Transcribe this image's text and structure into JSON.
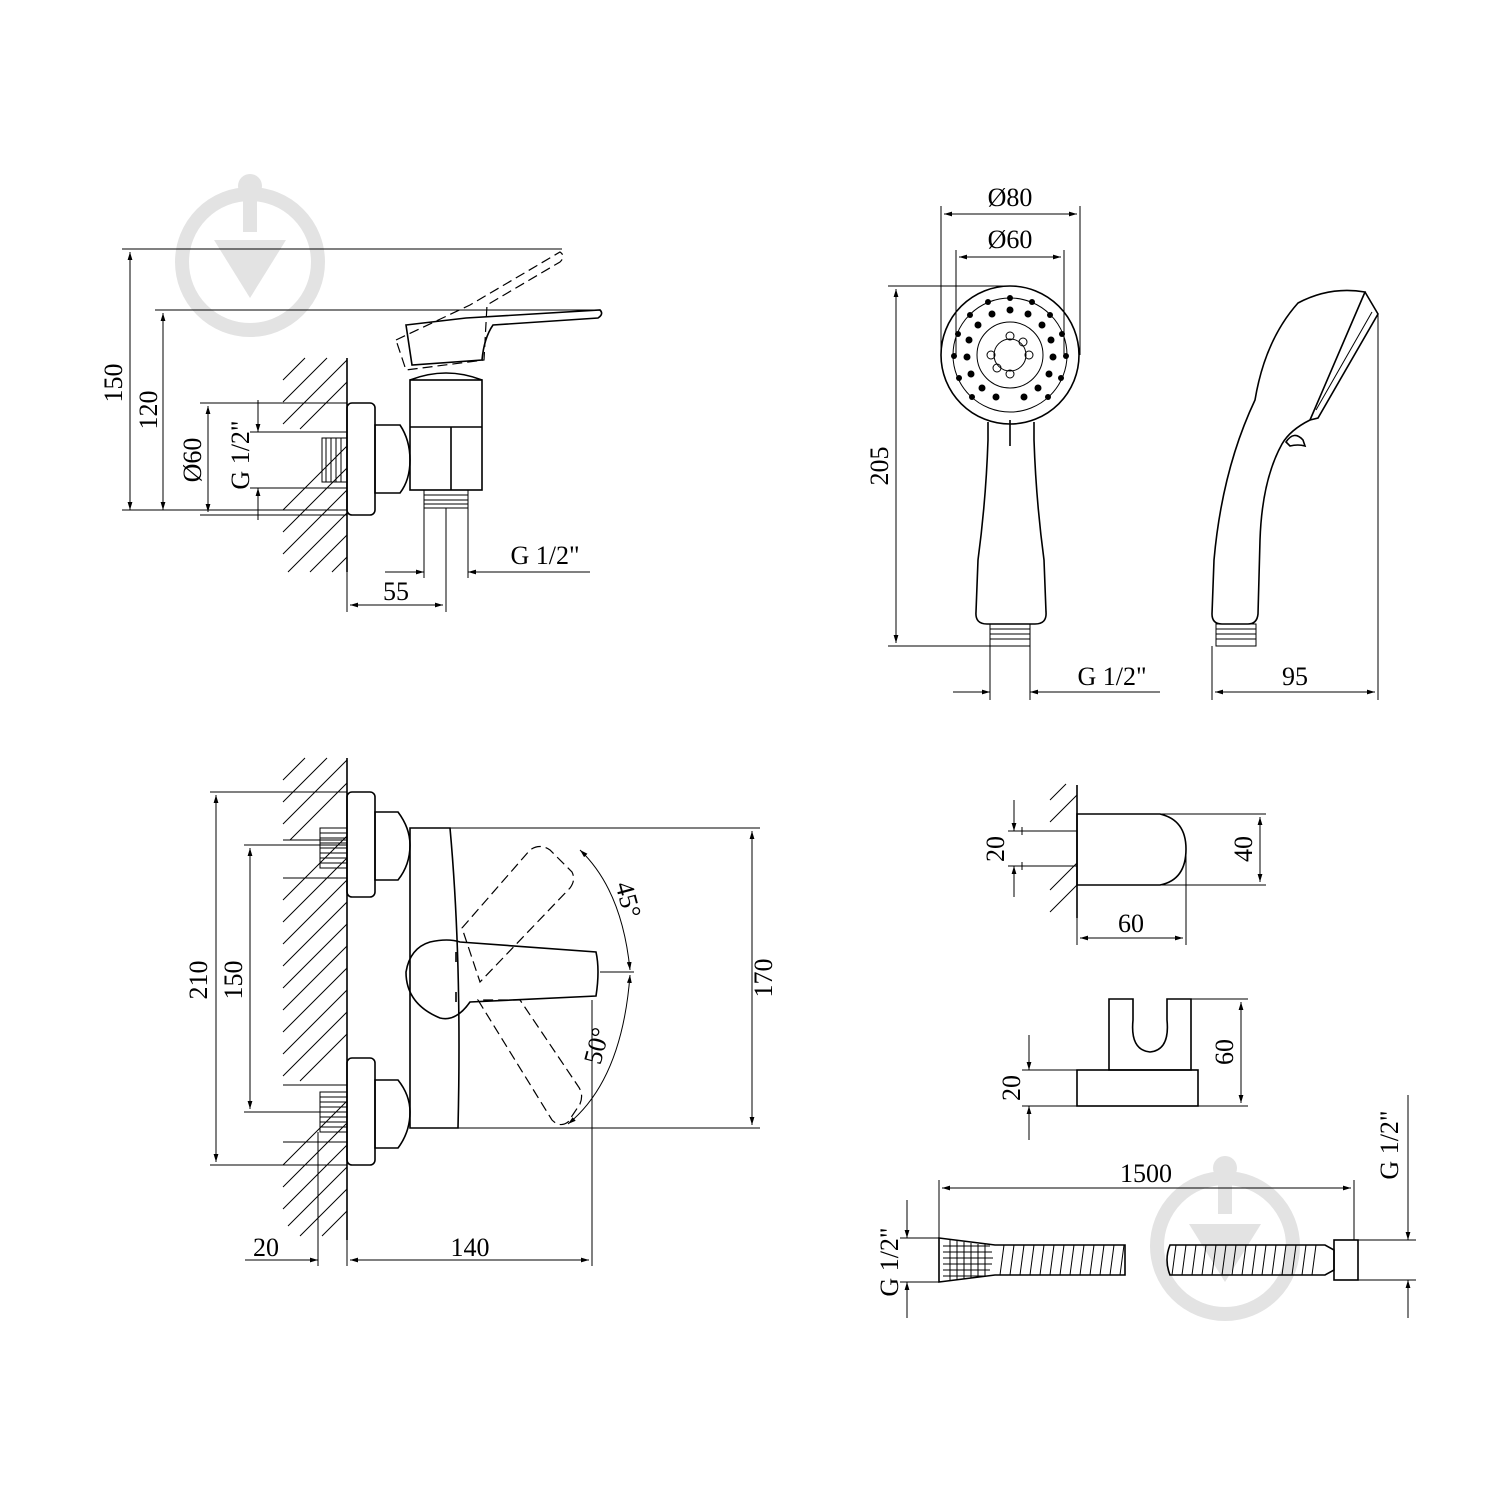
{
  "colors": {
    "line": "#000000",
    "background": "#ffffff",
    "watermark": "#e3e3e3"
  },
  "icons": {
    "watermark": "logo-watermark-icon"
  },
  "mixer_side_view": {
    "dim_150": "150",
    "dim_120": "120",
    "dim_d60": "Ø60",
    "dim_thread_wall": "G 1/2\"",
    "dim_55": "55",
    "dim_thread_outlet": "G 1/2\""
  },
  "hand_shower": {
    "dim_d80": "Ø80",
    "dim_d60": "Ø60",
    "dim_205": "205",
    "dim_thread": "G 1/2\"",
    "dim_95": "95"
  },
  "mixer_front_view": {
    "dim_210": "210",
    "dim_150": "150",
    "dim_170": "170",
    "dim_45": "45°",
    "dim_50": "50°",
    "dim_20": "20",
    "dim_140": "140"
  },
  "wall_holder": {
    "dim_20": "20",
    "dim_40": "40",
    "dim_60": "60"
  },
  "holder_front": {
    "dim_20": "20",
    "dim_60": "60"
  },
  "hose": {
    "dim_1500": "1500",
    "dim_thread_left": "G 1/2\"",
    "dim_thread_right": "G 1/2\""
  }
}
